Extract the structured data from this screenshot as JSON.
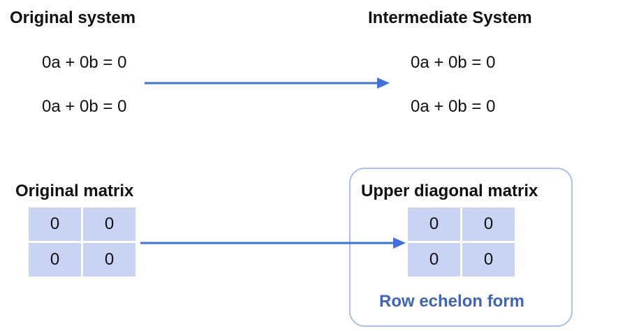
{
  "top": {
    "left_title": "Original system",
    "right_title": "Intermediate System",
    "left_equations": [
      "0a + 0b = 0",
      "0a + 0b = 0"
    ],
    "right_equations": [
      "0a + 0b = 0",
      "0a + 0b = 0"
    ]
  },
  "bottom": {
    "left_title": "Original matrix",
    "right_title": "Upper diagonal matrix",
    "left_matrix": [
      [
        "0",
        "0"
      ],
      [
        "0",
        "0"
      ]
    ],
    "right_matrix": [
      [
        "0",
        "0"
      ],
      [
        "0",
        "0"
      ]
    ],
    "box_label": "Row echelon form"
  },
  "colors": {
    "arrow": "#3d70e0",
    "matrix_cell": "#c9d3f3",
    "box_border": "#a9c0ec",
    "box_label": "#3f65b8"
  }
}
